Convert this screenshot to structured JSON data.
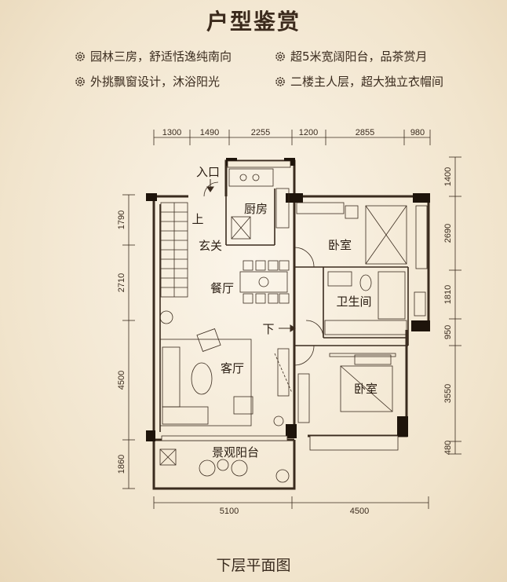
{
  "title": "户型鉴赏",
  "features": [
    "园林三房，舒适恬逸纯南向",
    "超5米宽阔阳台，品茶赏月",
    "外挑飘窗设计，沐浴阳光",
    "二楼主人层，超大独立衣帽间"
  ],
  "dimensions": {
    "top": [
      "1300",
      "1490",
      "2255",
      "1200",
      "2855",
      "980"
    ],
    "left": [
      "1790",
      "2710",
      "4500",
      "1860"
    ],
    "right": [
      "1400",
      "2690",
      "1810",
      "950",
      "3550",
      "480"
    ],
    "bottom": [
      "5100",
      "4500"
    ]
  },
  "rooms": {
    "entrance": "入口",
    "kitchen": "厨房",
    "foyer": "玄关",
    "up": "上",
    "dining": "餐厅",
    "down": "下",
    "living": "客厅",
    "bedroom1": "卧室",
    "bathroom": "卫生间",
    "bedroom2": "卧室",
    "balcony": "景观阳台"
  },
  "caption": "下层平面图"
}
